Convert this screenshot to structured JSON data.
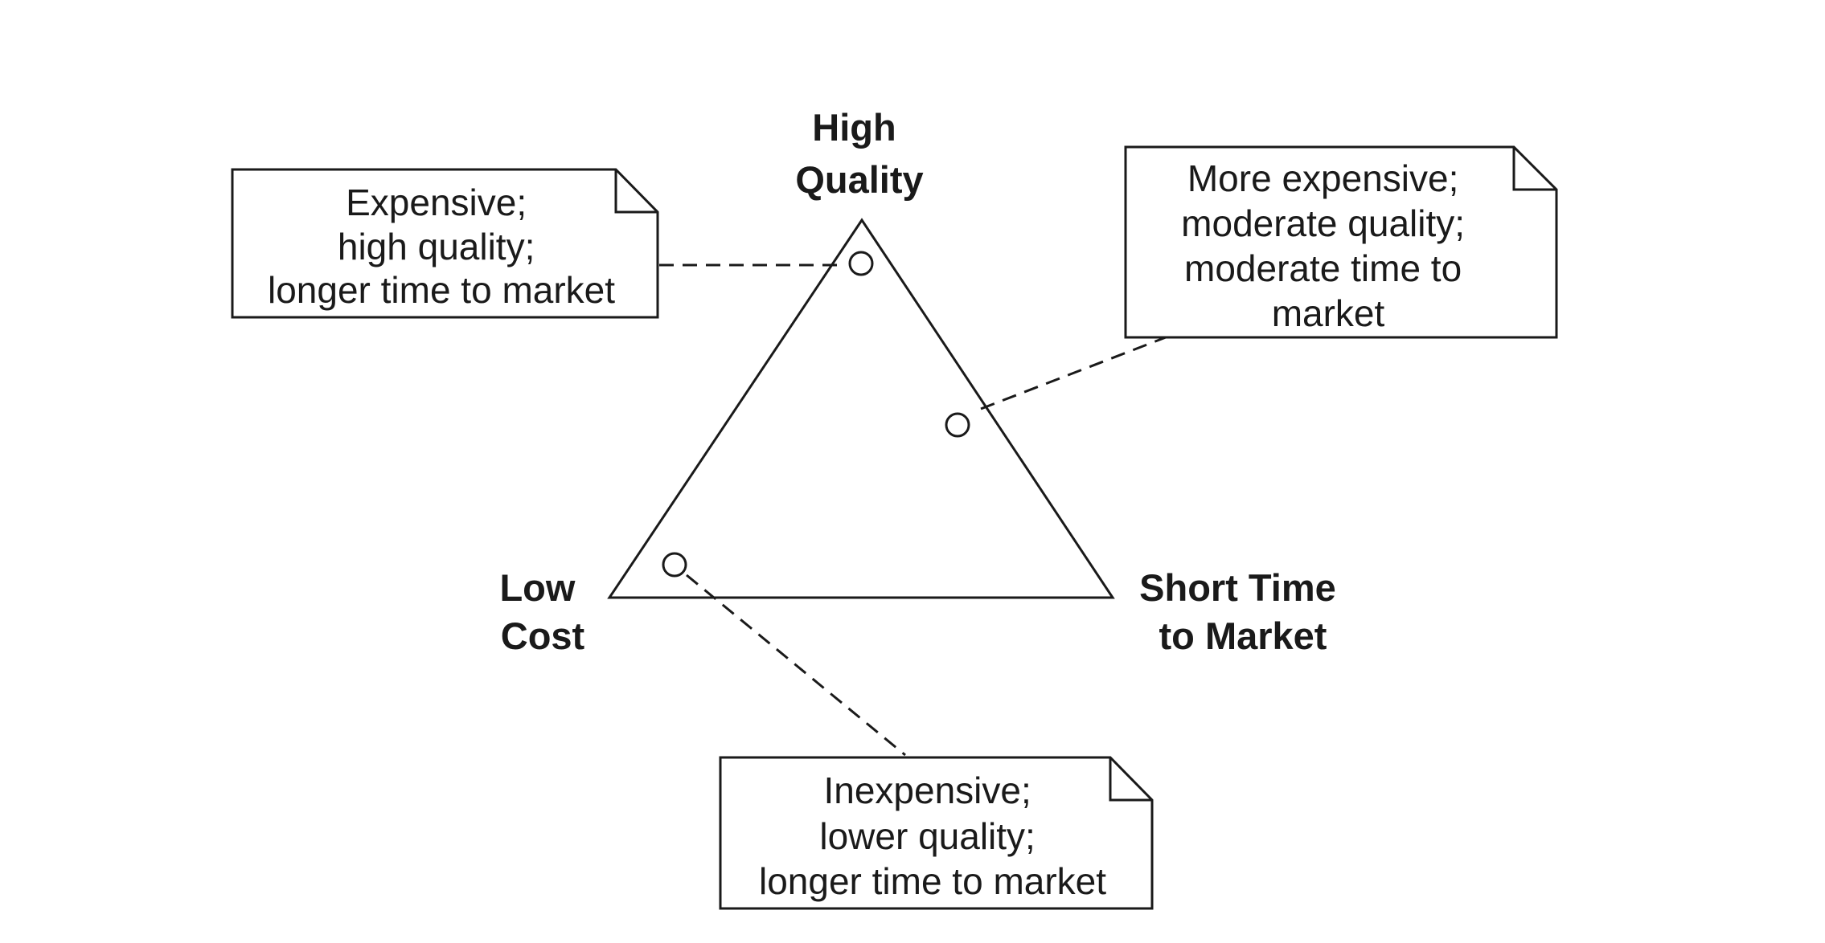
{
  "corners": {
    "top": [
      "High",
      "Quality"
    ],
    "left": [
      "Low",
      "Cost"
    ],
    "right": [
      "Short Time",
      "to Market"
    ]
  },
  "notes": {
    "top_left": [
      "Expensive;",
      "high quality;",
      "longer time to market"
    ],
    "top_right": [
      "More expensive;",
      "moderate quality;",
      "moderate time to",
      "market"
    ],
    "bottom": [
      "Inexpensive;",
      "lower quality;",
      "longer time to market"
    ]
  }
}
